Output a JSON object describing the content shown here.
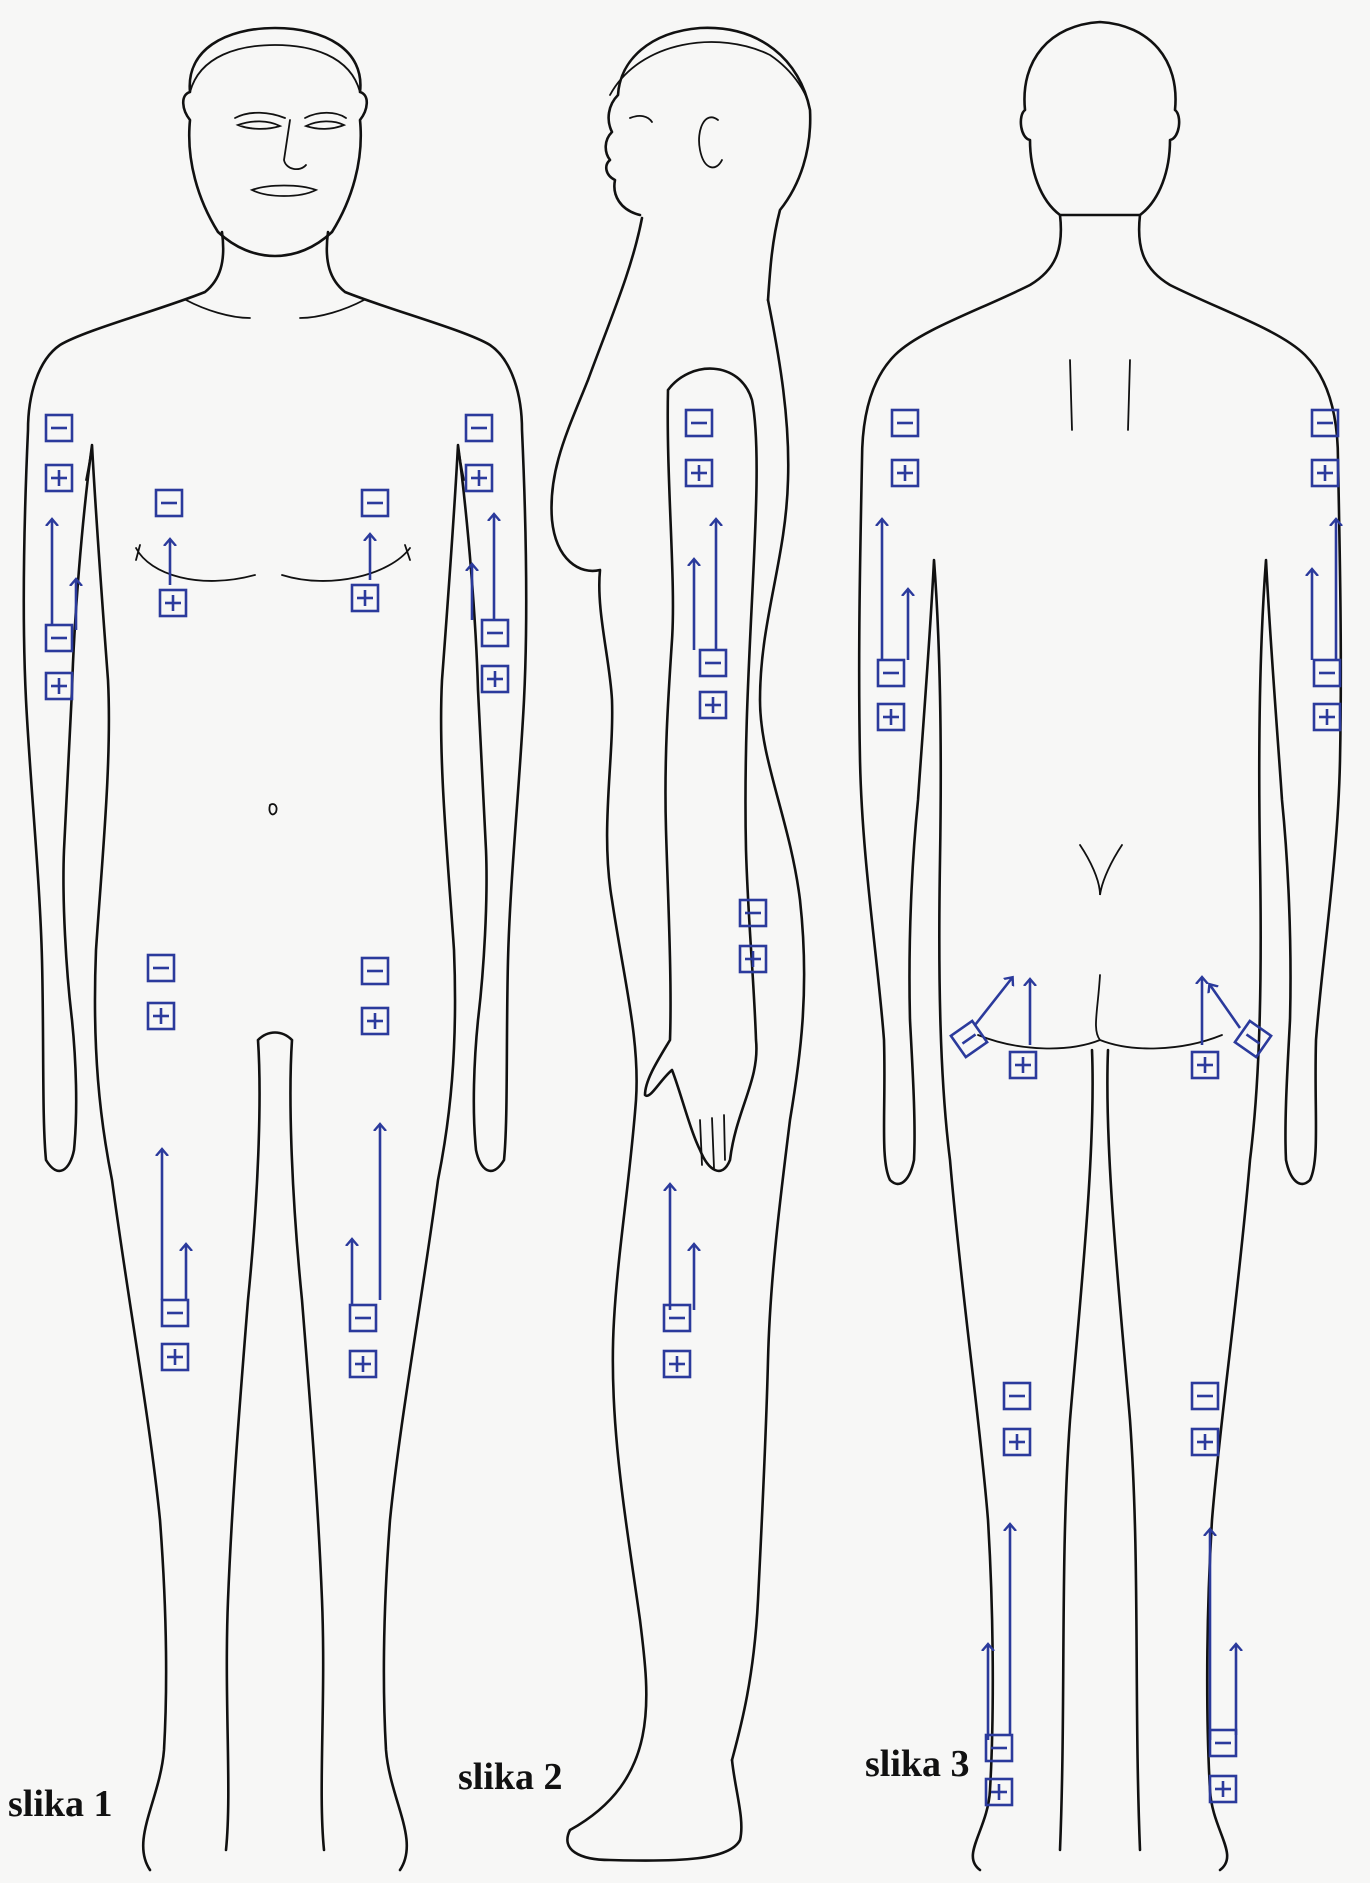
{
  "figure_labels": {
    "front": "slika 1",
    "side": "slika 2",
    "back": "slika 3"
  },
  "colors": {
    "outline": "#111111",
    "electrode": "#2b3a9c",
    "paper": "#f7f7f6"
  },
  "electrode_symbols": {
    "negative": "−",
    "positive": "+"
  }
}
